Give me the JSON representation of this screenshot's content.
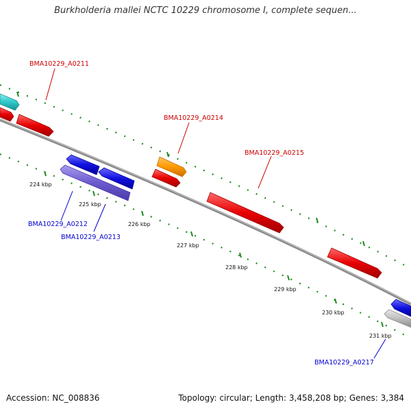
{
  "title": "Burkholderia mallei NCTC 10229 chromosome I, complete sequen...",
  "footer": {
    "accession": "Accession: NC_008836",
    "summary": "Topology: circular; Length: 3,458,208 bp; Genes: 3,384"
  },
  "colors": {
    "backbone": "#8a8a8a",
    "tick": "#1f8a1f",
    "label_red": "#cc0000",
    "label_blue": "#0000cc",
    "gene_red": "#e80000",
    "gene_blue": "#1010e0",
    "gene_purple": "#6a5acd",
    "gene_orange": "#ff9900",
    "gene_cyan": "#2ec8c8",
    "gene_gray": "#bdbdbd"
  },
  "ticks": [
    {
      "label": "224 kbp"
    },
    {
      "label": "225 kbp"
    },
    {
      "label": "226 kbp"
    },
    {
      "label": "227 kbp"
    },
    {
      "label": "228 kbp"
    },
    {
      "label": "229 kbp"
    },
    {
      "label": "230 kbp"
    },
    {
      "label": "231 kbp"
    }
  ],
  "genes": [
    {
      "label": "BMA10229_A0211",
      "strand": "forward",
      "color": "red"
    },
    {
      "label": "BMA10229_A0212",
      "strand": "reverse",
      "color": "blue"
    },
    {
      "label": "BMA10229_A0213",
      "strand": "reverse",
      "color": "blue"
    },
    {
      "label": "BMA10229_A0214",
      "strand": "forward",
      "color": "red"
    },
    {
      "label": "BMA10229_A0215",
      "strand": "forward",
      "color": "red"
    },
    {
      "label": "BMA10229_A0217",
      "strand": "reverse",
      "color": "blue"
    }
  ]
}
